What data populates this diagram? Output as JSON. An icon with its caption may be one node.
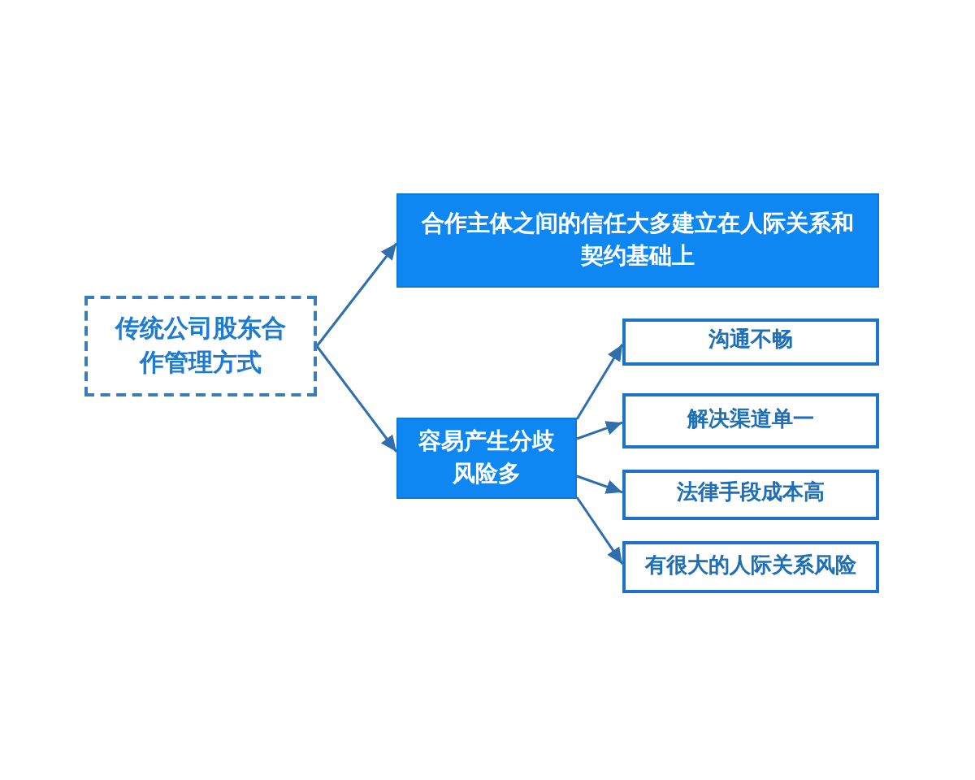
{
  "diagram": {
    "nodes": [
      {
        "text": [
          "传统公司股东合作管理方式"
        ]
      },
      {
        "text": [
          "合作主体之间的信任大多建立在人际关系和契约基础上"
        ]
      },
      {
        "text": [
          "容易产生分歧风险多"
        ]
      },
      {
        "text": [
          "沟通不畅"
        ]
      },
      {
        "text": [
          "解决渠道单一"
        ]
      },
      {
        "text": [
          "法律手段成本高"
        ]
      },
      {
        "text": [
          "有很大的人际关系风险"
        ]
      }
    ],
    "edges": [
      {
        "from": 0,
        "to": 1,
        "arrow": "to"
      },
      {
        "from": 0,
        "to": 2,
        "arrow": "to"
      },
      {
        "from": 2,
        "to": 3,
        "arrow": "to"
      },
      {
        "from": 2,
        "to": 4,
        "arrow": "to"
      },
      {
        "from": 2,
        "to": 5,
        "arrow": "to"
      },
      {
        "from": 2,
        "to": 6,
        "arrow": "to"
      }
    ]
  }
}
